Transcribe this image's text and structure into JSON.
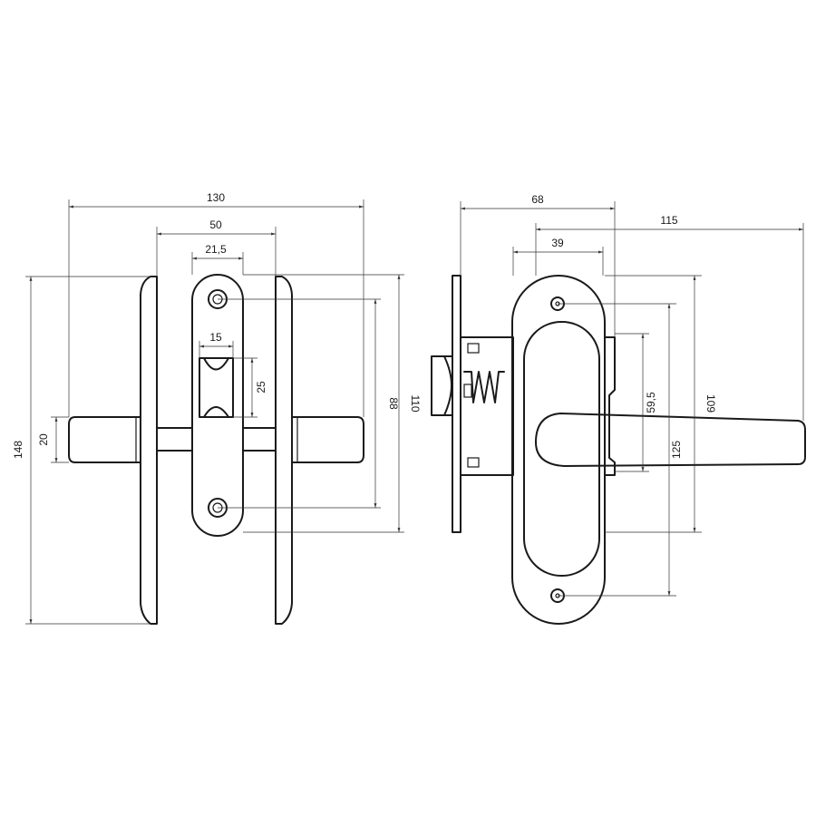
{
  "dimensions": {
    "front": {
      "overall_width": "130",
      "rose_width": "50",
      "plate_width": "21,5",
      "latch_width": "15",
      "latch_height": "25",
      "handle_height": "20",
      "overall_height": "148",
      "screw_spacing": "88",
      "plate_height": "110"
    },
    "side": {
      "depth": "68",
      "handle_length": "115",
      "latch_offset": "39",
      "backset": "59,5",
      "plate_height": "109",
      "rosette_height": "125"
    }
  }
}
